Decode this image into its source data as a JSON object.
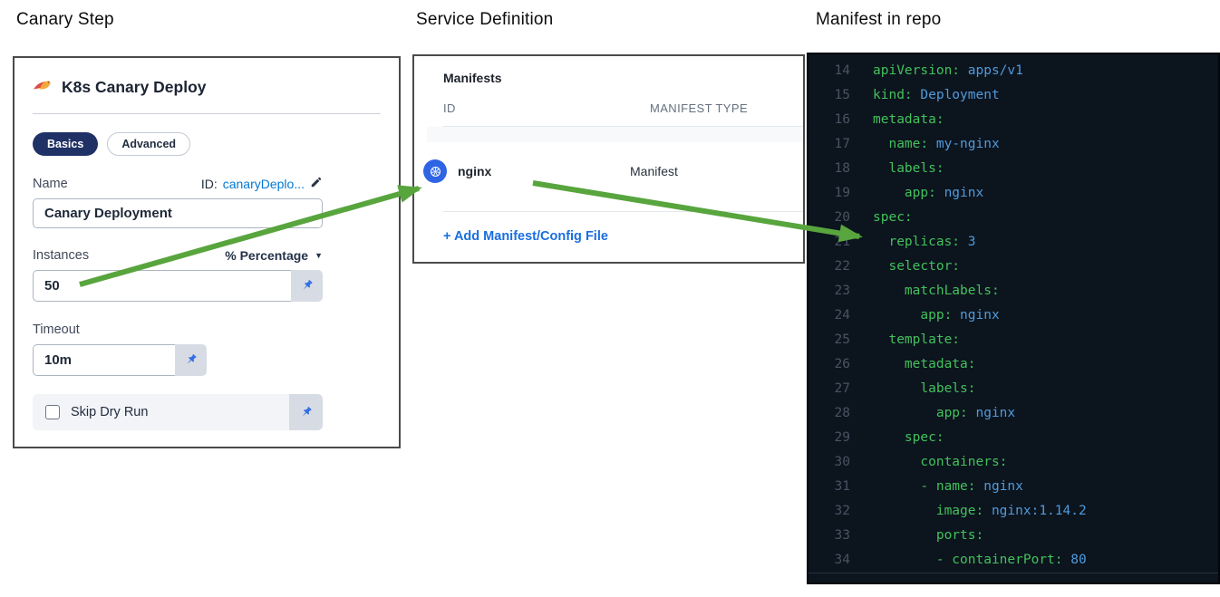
{
  "titles": {
    "canary": "Canary Step",
    "service": "Service Definition",
    "manifest": "Manifest in repo"
  },
  "canary_panel": {
    "header": {
      "title": "K8s Canary Deploy",
      "icon": "canary-bird-icon"
    },
    "tabs": [
      {
        "label": "Basics",
        "active": true
      },
      {
        "label": "Advanced",
        "active": false
      }
    ],
    "name": {
      "label": "Name",
      "id_prefix": "ID:",
      "id_value": "canaryDeplo...",
      "edit_icon": "pencil-icon",
      "value": "Canary Deployment"
    },
    "instances": {
      "label": "Instances",
      "unit_selector": "% Percentage",
      "caret": "▼",
      "value": "50",
      "pin_icon": "pushpin-icon"
    },
    "timeout": {
      "label": "Timeout",
      "value": "10m",
      "pin_icon": "pushpin-icon"
    },
    "skip_dry_run": {
      "label": "Skip Dry Run",
      "checked": false,
      "pin_icon": "pushpin-icon"
    }
  },
  "service_panel": {
    "section_title": "Manifests",
    "columns": [
      "ID",
      "MANIFEST TYPE"
    ],
    "rows": [
      {
        "id": "nginx",
        "type": "Manifest",
        "icon": "kubernetes-icon"
      }
    ],
    "add_link": "+ Add Manifest/Config File"
  },
  "code_panel": {
    "language": "yaml",
    "lines": [
      {
        "n": 14,
        "indent": 0,
        "key": "apiVersion:",
        "value": " apps/v1"
      },
      {
        "n": 15,
        "indent": 0,
        "key": "kind:",
        "value": " Deployment"
      },
      {
        "n": 16,
        "indent": 0,
        "key": "metadata:",
        "value": ""
      },
      {
        "n": 17,
        "indent": 2,
        "key": "name:",
        "value": " my-nginx"
      },
      {
        "n": 18,
        "indent": 2,
        "key": "labels:",
        "value": ""
      },
      {
        "n": 19,
        "indent": 4,
        "key": "app:",
        "value": " nginx"
      },
      {
        "n": 20,
        "indent": 0,
        "key": "spec:",
        "value": ""
      },
      {
        "n": 21,
        "indent": 2,
        "key": "replicas:",
        "value": " 3"
      },
      {
        "n": 22,
        "indent": 2,
        "key": "selector:",
        "value": ""
      },
      {
        "n": 23,
        "indent": 4,
        "key": "matchLabels:",
        "value": ""
      },
      {
        "n": 24,
        "indent": 6,
        "key": "app:",
        "value": " nginx"
      },
      {
        "n": 25,
        "indent": 2,
        "key": "template:",
        "value": ""
      },
      {
        "n": 26,
        "indent": 4,
        "key": "metadata:",
        "value": ""
      },
      {
        "n": 27,
        "indent": 6,
        "key": "labels:",
        "value": ""
      },
      {
        "n": 28,
        "indent": 8,
        "key": "app:",
        "value": " nginx"
      },
      {
        "n": 29,
        "indent": 4,
        "key": "spec:",
        "value": ""
      },
      {
        "n": 30,
        "indent": 6,
        "key": "containers:",
        "value": ""
      },
      {
        "n": 31,
        "indent": 6,
        "key": "- name:",
        "value": " nginx"
      },
      {
        "n": 32,
        "indent": 8,
        "key": "image:",
        "value": " nginx:1.14.2"
      },
      {
        "n": 33,
        "indent": 8,
        "key": "ports:",
        "value": ""
      },
      {
        "n": 34,
        "indent": 8,
        "key": "- containerPort:",
        "value": " 80"
      }
    ]
  },
  "colors": {
    "arrow": "#58a53e",
    "accent_blue": "#0278d5",
    "pill_active_bg": "#203165",
    "code_bg": "#0c141e",
    "code_key": "#43c15c",
    "code_value": "#509bdb",
    "code_line_number": "#4a5363",
    "k8s_badge": "#2f64e4",
    "pin_blue": "#2e6be5"
  }
}
